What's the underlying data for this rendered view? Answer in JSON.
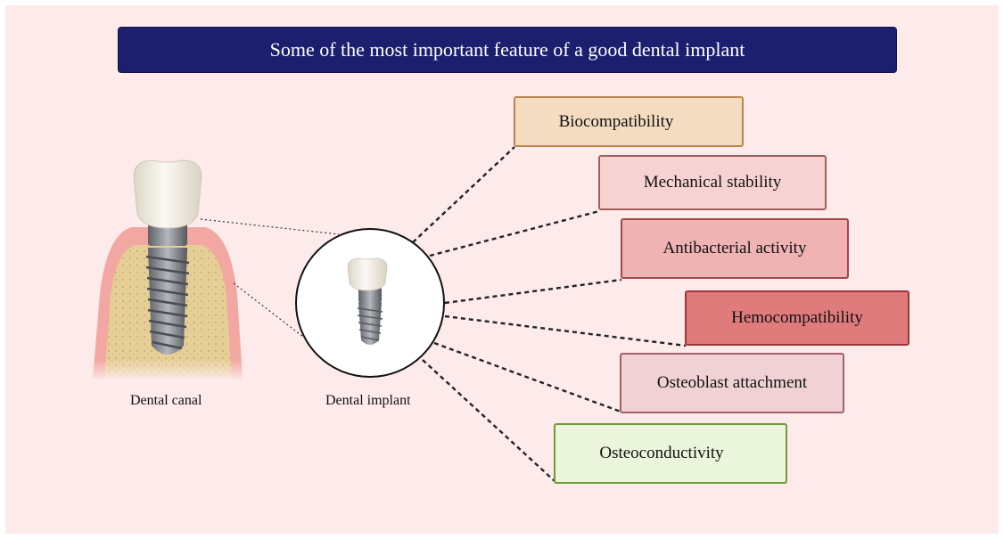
{
  "title": "Some of the most important feature of a good dental implant",
  "captions": {
    "dental_canal": "Dental canal",
    "dental_implant": "Dental implant"
  },
  "features": [
    {
      "label": "Biocompatibility",
      "fill": "#f3dcc0",
      "border": "#b9874f"
    },
    {
      "label": "Mechanical stability",
      "fill": "#f6d2d2",
      "border": "#a35e5e"
    },
    {
      "label": "Antibacterial activity",
      "fill": "#efb3b3",
      "border": "#a24747"
    },
    {
      "label": "Hemocompatibility",
      "fill": "#e07b7c",
      "border": "#9c3637"
    },
    {
      "label": "Osteoblast attachment",
      "fill": "#f0d2d4",
      "border": "#a36266"
    },
    {
      "label": "Osteoconductivity",
      "fill": "#eaf5dc",
      "border": "#6f9b3a"
    }
  ],
  "colors": {
    "background": "#fdeaea",
    "banner": "#1c1f6e",
    "gum": "#f3a7a2",
    "bone": "#e9d49f",
    "crown": "#f4f1ea",
    "screw": "#8a8e95"
  },
  "icons": [
    "tooth-with-implant-cross-section",
    "implant-icon"
  ]
}
